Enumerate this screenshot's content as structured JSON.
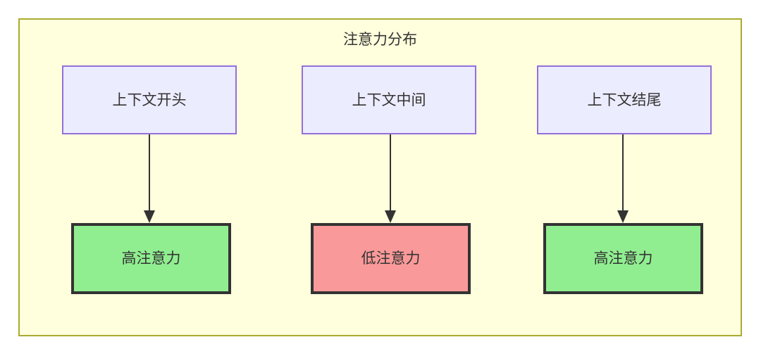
{
  "diagram": {
    "title": "注意力分布",
    "type": "flowchart",
    "colors": {
      "cluster_fill": "#ffffdd",
      "cluster_border": "#aaaa33",
      "context_fill": "#ececff",
      "context_border": "#9370db",
      "high_attention_fill": "#90ee90",
      "low_attention_fill": "#fa9999",
      "node_border": "#333333",
      "edge": "#333333",
      "text": "#333333"
    },
    "nodes": {
      "context": [
        {
          "id": "ctx-start",
          "label": "上下文开头"
        },
        {
          "id": "ctx-middle",
          "label": "上下文中间"
        },
        {
          "id": "ctx-end",
          "label": "上下文结尾"
        }
      ],
      "attention": [
        {
          "id": "attn-start",
          "label": "高注意力",
          "level": "high"
        },
        {
          "id": "attn-middle",
          "label": "低注意力",
          "level": "low"
        },
        {
          "id": "attn-end",
          "label": "高注意力",
          "level": "high"
        }
      ]
    },
    "edges": [
      {
        "from": "ctx-start",
        "to": "attn-start",
        "arrow": "arrow-down-icon"
      },
      {
        "from": "ctx-middle",
        "to": "attn-middle",
        "arrow": "arrow-down-icon"
      },
      {
        "from": "ctx-end",
        "to": "attn-end",
        "arrow": "arrow-down-icon"
      }
    ]
  }
}
